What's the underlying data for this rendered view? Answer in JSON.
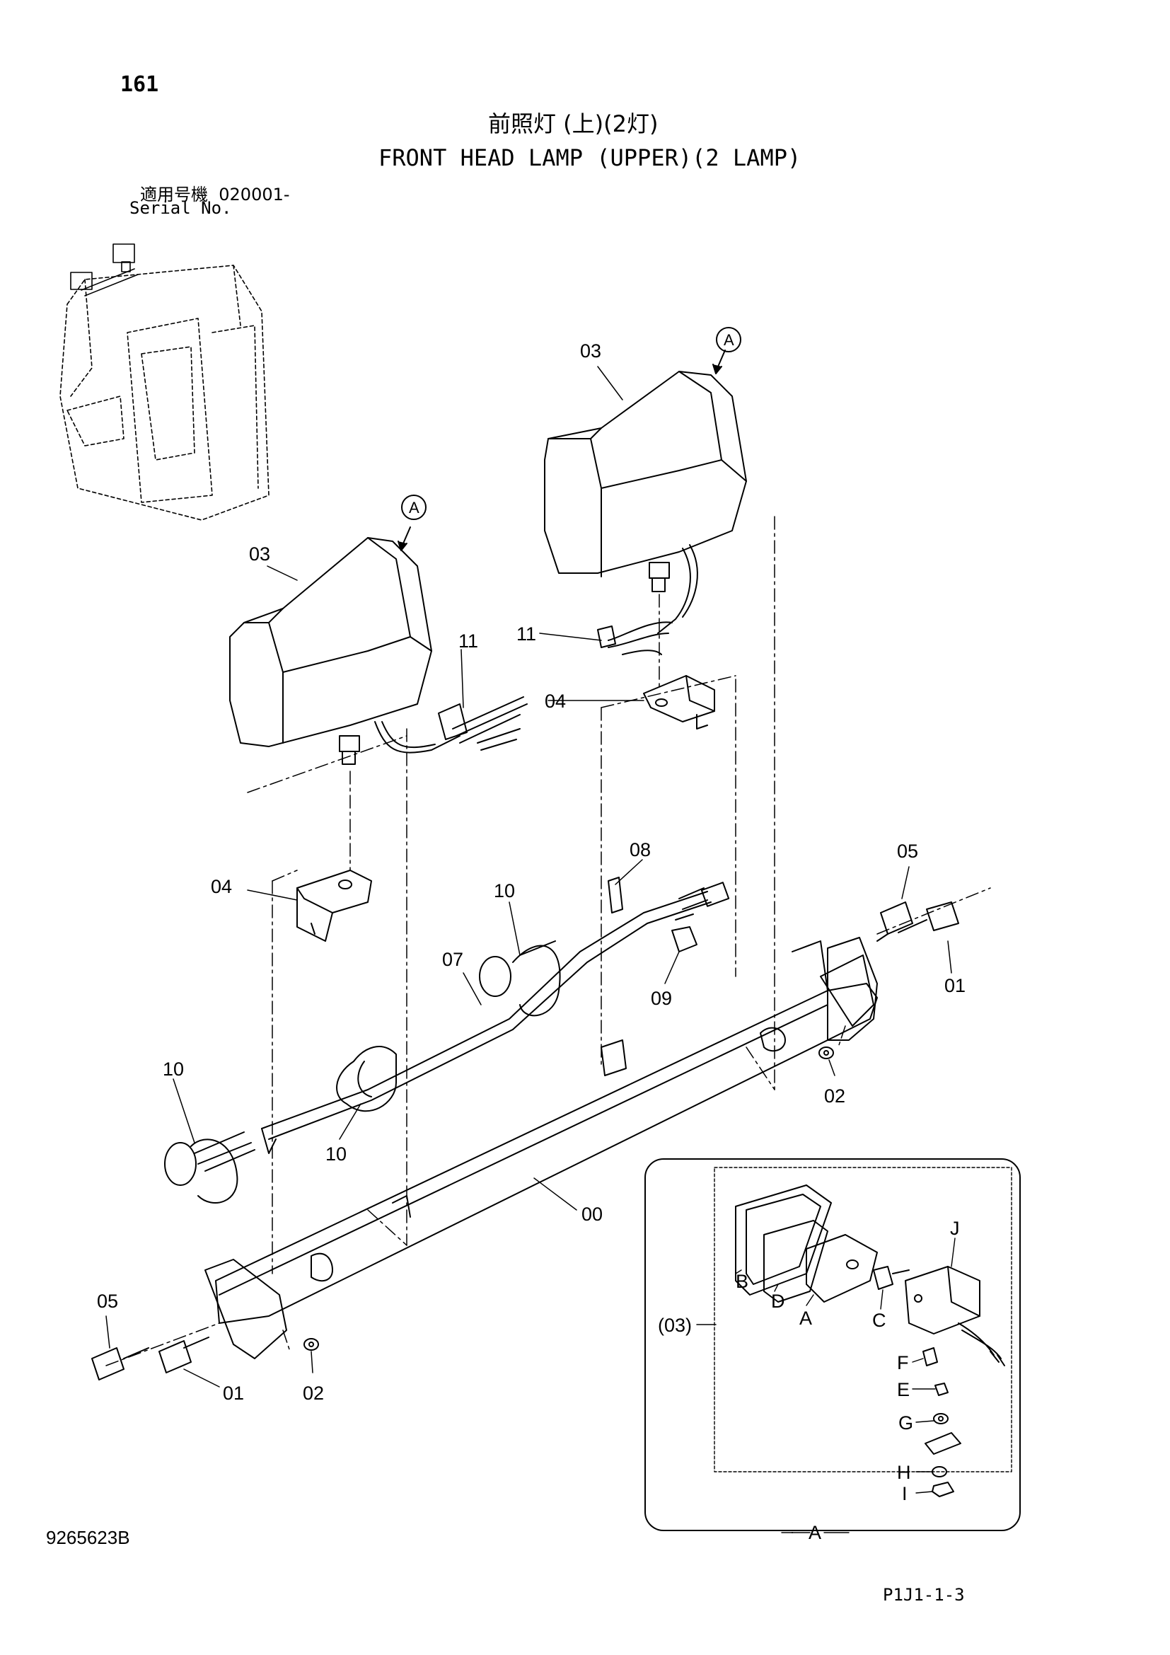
{
  "header": {
    "page_number": "161",
    "title_jp": "前照灯 (上)(2灯)",
    "title_en": "FRONT HEAD LAMP (UPPER)(2 LAMP)",
    "serial_jp": "適用号機  020001-",
    "serial_en": "Serial No."
  },
  "footer": {
    "drawing_number": "9265623B",
    "page_code": "P1J1-1-3"
  },
  "part_labels": {
    "p00": "00",
    "p01a": "01",
    "p01b": "01",
    "p02a": "02",
    "p02b": "02",
    "p03a": "03",
    "p03b": "03",
    "p04a": "04",
    "p04b": "04",
    "p05a": "05",
    "p05b": "05",
    "p07": "07",
    "p08": "08",
    "p09": "09",
    "p10a": "10",
    "p10b": "10",
    "p10c": "10",
    "p11a": "11",
    "p11b": "11"
  },
  "callouts": {
    "a1": "A",
    "a2": "A"
  },
  "detail": {
    "ref": "(03)",
    "caption": "A",
    "letters": {
      "A": "A",
      "B": "B",
      "C": "C",
      "D": "D",
      "E": "E",
      "F": "F",
      "G": "G",
      "H": "H",
      "I": "I",
      "J": "J"
    }
  },
  "colors": {
    "ink": "#000000",
    "paper": "#ffffff"
  }
}
